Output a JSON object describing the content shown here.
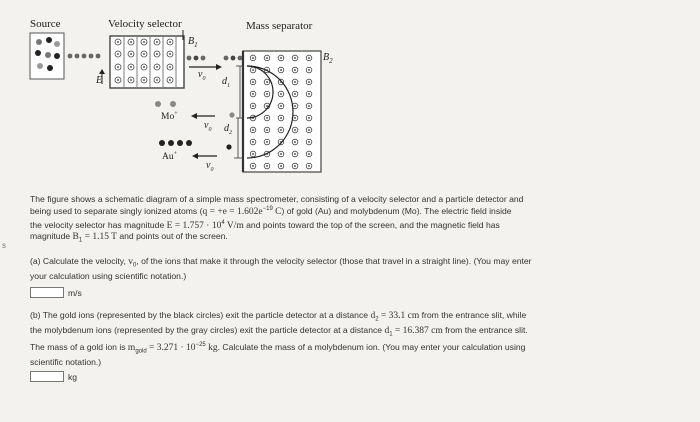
{
  "figure": {
    "labels": {
      "source": "Source",
      "velocity_selector": "Velocity selector",
      "mass_separator": "Mass separator",
      "b1": "B",
      "b1_sub": "1",
      "b2": "B",
      "b2_sub": "2",
      "e_field": "E",
      "v0_top": "v",
      "v0_top_sub": "0",
      "v0_mo": "v",
      "v0_mo_sub": "0",
      "v0_au": "v",
      "v0_au_sub": "0",
      "d1": "d",
      "d1_sub": "1",
      "d2": "d",
      "d2_sub": "2",
      "mo": "Mo",
      "au": "Au",
      "plus": "+"
    }
  },
  "intro": {
    "line1": "The figure shows a schematic diagram of a simple mass spectrometer, consisting of a velocity selector and a particle detector and",
    "line2_pre": "being used to separate singly ionized atoms (",
    "line2_math": "q = +e = 1.602e",
    "line2_exp": "−19",
    "line2_unit": " C",
    "line2_post": ") of gold (Au) and molybdenum (Mo). The electric field inside",
    "line3_pre": "the velocity selector has magnitude ",
    "line3_math": "E = 1.757 · 10",
    "line3_exp": "4",
    "line3_unit": " V/m",
    "line3_post": " and points toward the top of the screen, and the magnetic field has",
    "line4_pre": "magnitude ",
    "line4_math": "B",
    "line4_sub": "1",
    "line4_val": " = 1.15 T",
    "line4_post": " and points out of the screen."
  },
  "part_a": {
    "line1_pre": "(a) Calculate the velocity, ",
    "line1_math": "v",
    "line1_sub": "0",
    "line1_post": ", of the ions that make it through the velocity selector (those that travel in a straight line). (You may enter",
    "line2": "your calculation using scientific notation.)",
    "unit": "m/s",
    "value": ""
  },
  "part_b": {
    "line1_pre": "(b) The gold ions (represented by the black circles) exit the particle detector at a distance ",
    "line1_math": "d",
    "line1_sub": "2",
    "line1_val": " = 33.1 cm",
    "line1_post": " from the entrance slit, while",
    "line2_pre": "the molybdenum ions (represented by the gray circles) exit the particle detector at a distance ",
    "line2_math": "d",
    "line2_sub": "1",
    "line2_val": " = 16.387 cm",
    "line2_post": " from the entrance slit.",
    "line3_pre": "The mass of a gold ion is ",
    "line3_math": "m",
    "line3_sub": "gold",
    "line3_val": " = 3.271 · 10",
    "line3_exp": "−25",
    "line3_unit": " kg",
    "line3_post": ". Calculate the mass of a molybdenum ion. (You may enter your calculation using",
    "line4": "scientific notation.)",
    "unit": "kg",
    "value": ""
  },
  "edge_mark": "s"
}
